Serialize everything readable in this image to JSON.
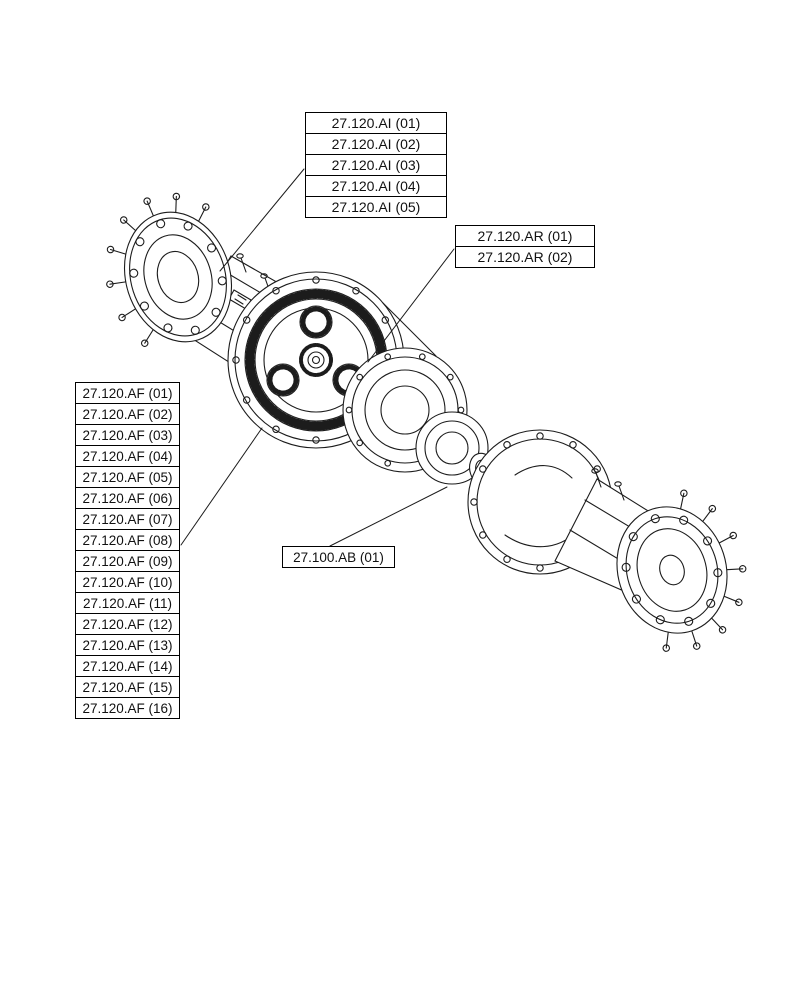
{
  "page": {
    "background": "#ffffff",
    "line_color": "#1c1c1c"
  },
  "diagram": {
    "subject": "rear-axle-assembly-exploded-view"
  },
  "callouts": {
    "ai": [
      "27.120.AI (01)",
      "27.120.AI (02)",
      "27.120.AI (03)",
      "27.120.AI (04)",
      "27.120.AI (05)"
    ],
    "ar": [
      "27.120.AR (01)",
      "27.120.AR (02)"
    ],
    "af": [
      "27.120.AF (01)",
      "27.120.AF (02)",
      "27.120.AF (03)",
      "27.120.AF (04)",
      "27.120.AF (05)",
      "27.120.AF (06)",
      "27.120.AF (07)",
      "27.120.AF (08)",
      "27.120.AF (09)",
      "27.120.AF (10)",
      "27.120.AF (11)",
      "27.120.AF (12)",
      "27.120.AF (13)",
      "27.120.AF (14)",
      "27.120.AF (15)",
      "27.120.AF (16)"
    ],
    "ab": "27.100.AB (01)"
  }
}
